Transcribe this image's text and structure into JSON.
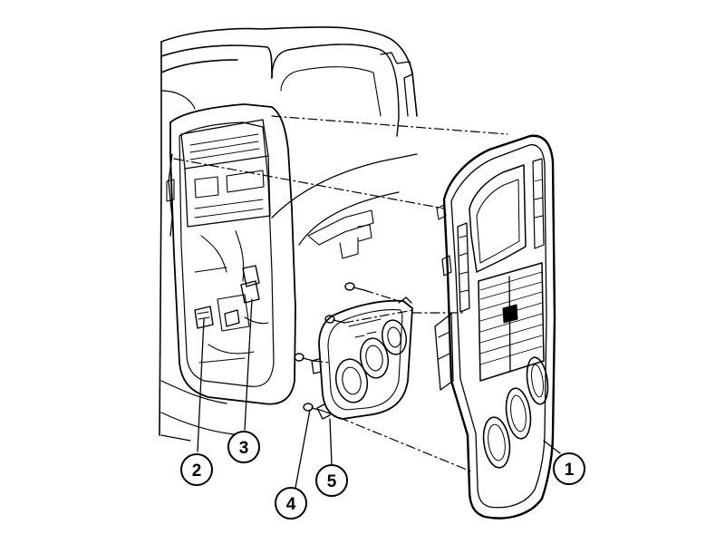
{
  "diagram": {
    "callouts": [
      {
        "id": "1",
        "label": "1"
      },
      {
        "id": "2",
        "label": "2"
      },
      {
        "id": "3",
        "label": "3"
      },
      {
        "id": "4",
        "label": "4"
      },
      {
        "id": "5",
        "label": "5"
      }
    ]
  },
  "colors": {
    "line": "#000000",
    "background": "#ffffff",
    "shade": "#d9d9d9"
  }
}
